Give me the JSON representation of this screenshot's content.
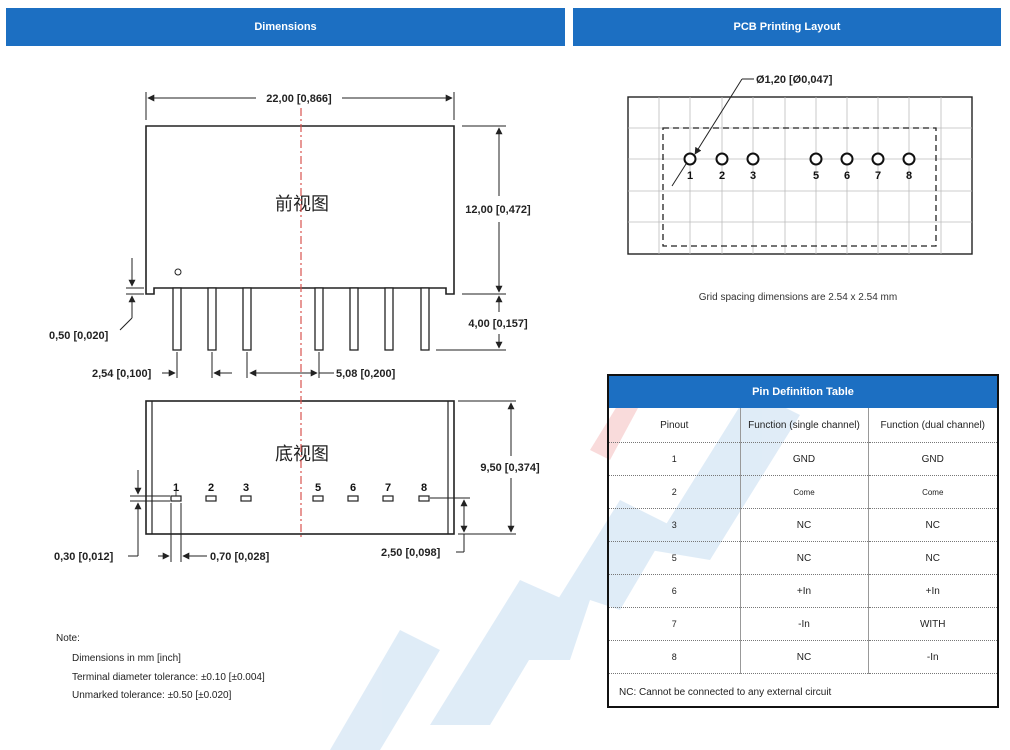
{
  "headers": {
    "left": "Dimensions",
    "right": "PCB Printing Layout"
  },
  "front_view": {
    "label": "前视图",
    "width_dim": "22,00 [0,866]",
    "height_dim": "12,00 [0,472]",
    "pin_len_dim": "4,00 [0,157]",
    "standoff_dim": "0,50 [0,020]",
    "pitch_dim": "2,54 [0,100]",
    "gap_dim": "5,08 [0,200]"
  },
  "bottom_view": {
    "label": "底视图",
    "depth_dim": "9,50 [0,374]",
    "pin_offset_dim": "2,50 [0,098]",
    "pin_thick_dim": "0,30 [0,012]",
    "pin_width_dim": "0,70 [0,028]",
    "pins": [
      "1",
      "2",
      "3",
      "5",
      "6",
      "7",
      "8"
    ]
  },
  "pcb": {
    "hole_dim": "Ø1,20 [Ø0,047]",
    "pins": [
      "1",
      "2",
      "3",
      "5",
      "6",
      "7",
      "8"
    ],
    "grid_note": "Grid spacing dimensions are 2.54 x 2.54 mm"
  },
  "pin_table": {
    "title": "Pin Definition Table",
    "columns": [
      "Pinout",
      "Function (single channel)",
      "Function (dual channel)"
    ],
    "rows": [
      {
        "pin": "1",
        "single": "GND",
        "dual": "GND"
      },
      {
        "pin": "2",
        "single": "Come",
        "dual": "Come"
      },
      {
        "pin": "3",
        "single": "NC",
        "dual": "NC"
      },
      {
        "pin": "5",
        "single": "NC",
        "dual": "NC"
      },
      {
        "pin": "6",
        "single": "+In",
        "dual": "+In"
      },
      {
        "pin": "7",
        "single": "-In",
        "dual": "WITH"
      },
      {
        "pin": "8",
        "single": "NC",
        "dual": "-In"
      }
    ],
    "footnote": "NC: Cannot be connected to any external circuit"
  },
  "note": {
    "title": "Note:",
    "lines": [
      "Dimensions in mm [inch]",
      "Terminal diameter tolerance: ±0.10 [±0.004]",
      "Unmarked tolerance: ±0.50 [±0.020]"
    ]
  },
  "colors": {
    "header_blue": "#1c6fc2",
    "center_line": "#d9534f",
    "watermark": "#b7d4ee"
  }
}
